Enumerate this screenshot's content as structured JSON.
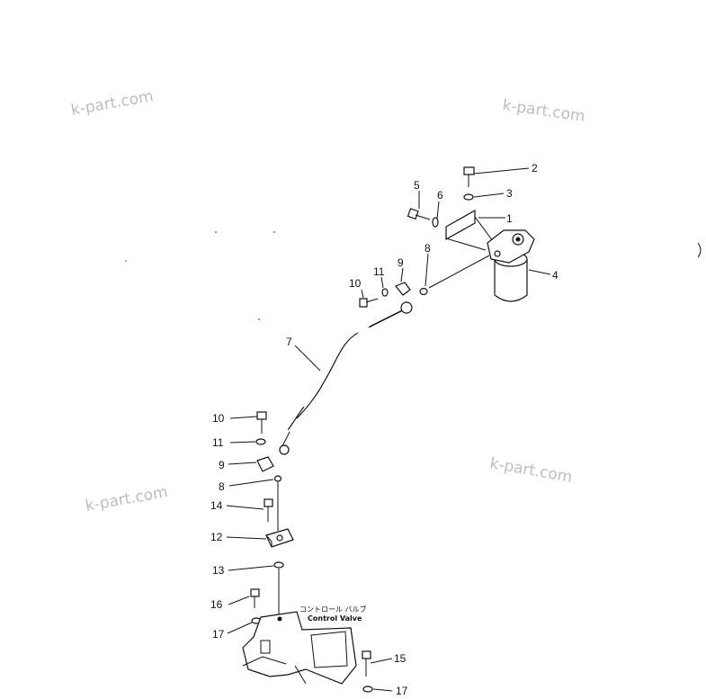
{
  "watermarks": [
    "k-part.com",
    "k-part.com",
    "k-part.com",
    "k-part.com"
  ],
  "callouts": {
    "c1": "1",
    "c2": "2",
    "c3": "3",
    "c4": "4",
    "c5": "5",
    "c6": "6",
    "c7": "7",
    "c8a": "8",
    "c9a": "9",
    "c10a": "10",
    "c11a": "11",
    "c10b": "10",
    "c11b": "11",
    "c9b": "9",
    "c8b": "8",
    "c14": "14",
    "c12": "12",
    "c13": "13",
    "c16": "16",
    "c17a": "17",
    "c15": "15",
    "c17b": "17"
  },
  "control_valve_jp": "コントロール バルブ",
  "control_valve_en": "Control Valve"
}
